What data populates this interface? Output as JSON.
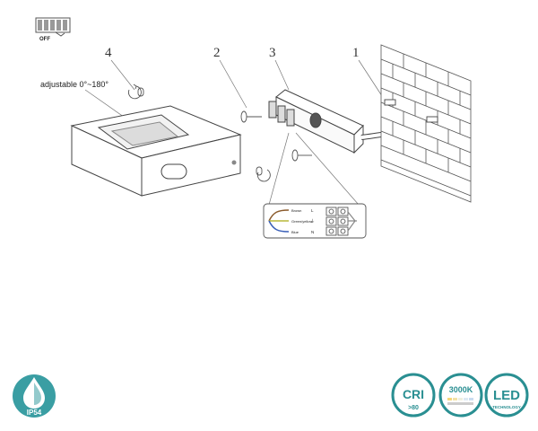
{
  "switch": {
    "label": "OFF"
  },
  "parts": [
    {
      "number": "4"
    },
    {
      "number": "2"
    },
    {
      "number": "3"
    },
    {
      "number": "1"
    }
  ],
  "adjustable": {
    "text": "adjustable  0°~180°"
  },
  "wiring": {
    "wires": [
      {
        "color": "Brown",
        "terminal": "L"
      },
      {
        "color": "Green/yellow",
        "terminal": "⏚"
      },
      {
        "color": "Blue",
        "terminal": "N"
      }
    ]
  },
  "badges": {
    "ip": "IP54",
    "cri_main": "CRI",
    "cri_sub": ">80",
    "cct": "3000K",
    "led_main": "LED",
    "led_sub": "TECHNOLOGY"
  },
  "colors": {
    "badge_teal": "#2a8f92",
    "badge_fill": "#3a9ea3",
    "line": "#444444"
  }
}
